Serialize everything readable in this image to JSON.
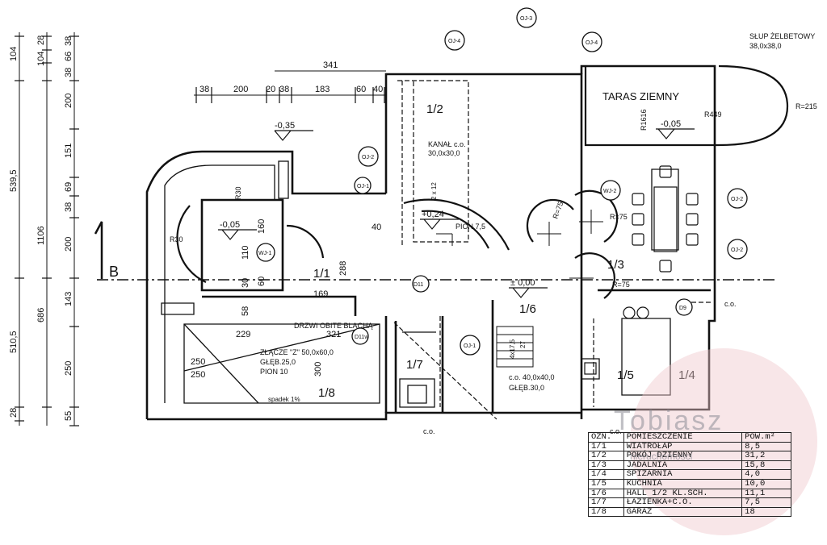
{
  "sheet": {
    "north_label": "B",
    "levels": [
      "-0,35",
      "-0,05",
      "+0,24",
      "± 0,00",
      "-0,05"
    ],
    "terrace_label": "TARAS ZIEMNY",
    "pillar_label": [
      "SŁUP ŻELBETOWY",
      "38,0x38,0"
    ],
    "canal_label": [
      "KANAŁ c.o.",
      "30,0x30,0"
    ],
    "pion_label": "PION 7,5",
    "fire_door_label": "DRZWI OBITE BLACHĄ",
    "joint_label": [
      "ZŁĄCZE \"Z\" 50,0x60,0",
      "GŁĘB.25,0",
      "PION 10"
    ],
    "co_pit_label": [
      "c.o. 40,0x40,0",
      "GŁĘB.30,0"
    ],
    "slope_label": "spadek 1%",
    "co_short": "c.o.",
    "radius_labels": [
      "R=75",
      "R=75",
      "R=75",
      "R30",
      "R30",
      "R449",
      "R1616",
      "R=215"
    ],
    "window_tags": [
      "OJ-3",
      "OJ-4",
      "OJ-4",
      "OJ-2",
      "OJ-2",
      "OJ-2",
      "OJ-1",
      "OJ-1",
      "WJ-1",
      "WJ-2",
      "D11",
      "D11w",
      "D9"
    ],
    "stair_labels": [
      "2 x 12",
      "4x17,5",
      "27"
    ]
  },
  "rooms": [
    "1/1",
    "1/2",
    "1/3",
    "1/4",
    "1/5",
    "1/6",
    "1/7",
    "1/8"
  ],
  "dims_top": [
    "341",
    "38",
    "200",
    "20",
    "38",
    "183",
    "60",
    "40"
  ],
  "dims_left_outer": [
    "104",
    "539,5",
    "1106",
    "510,5",
    "28"
  ],
  "dims_left_inner": [
    "28",
    "38",
    "66",
    "38",
    "104",
    "200",
    "151",
    "69",
    "38",
    "200",
    "143",
    "686",
    "250",
    "55"
  ],
  "dims_inner": [
    "160",
    "110",
    "30",
    "60",
    "40",
    "288",
    "169",
    "58",
    "229",
    "321",
    "250",
    "250",
    "300"
  ],
  "legend": {
    "headers": [
      "OZN.",
      "POMIESZCZENIE",
      "POW.m²"
    ],
    "rows": [
      [
        "1/1",
        "WIATROŁAP",
        "8,5"
      ],
      [
        "1/2",
        "POKÓJ DZIENNY",
        "31,2"
      ],
      [
        "1/3",
        "JADALNIA",
        "15,8"
      ],
      [
        "1/4",
        "SPIŻARNIA",
        "4,0"
      ],
      [
        "1/5",
        "KUCHNIA",
        "10,0"
      ],
      [
        "1/6",
        "HALL 1/2 KL.SCH.",
        "11,1"
      ],
      [
        "1/7",
        "ŁAZIENKA+C.O.",
        "7,5"
      ],
      [
        "1/8",
        "GARAŻ",
        "18"
      ]
    ]
  },
  "watermark": {
    "brand": "Tobiasz",
    "tagline": "nieruchomości"
  }
}
